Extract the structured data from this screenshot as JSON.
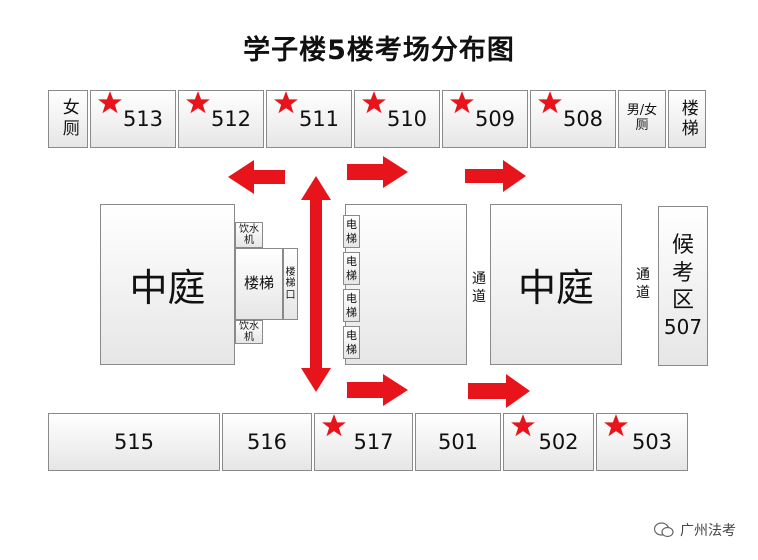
{
  "title": "学子楼5楼考场分布图",
  "top_row": {
    "womens_restroom": "女厕",
    "rooms": [
      {
        "number": "513",
        "starred": true
      },
      {
        "number": "512",
        "starred": true
      },
      {
        "number": "511",
        "starred": true
      },
      {
        "number": "510",
        "starred": true
      },
      {
        "number": "509",
        "starred": true
      },
      {
        "number": "508",
        "starred": true
      }
    ],
    "unisex_restroom_line1": "男/女",
    "unisex_restroom_line2": "厕",
    "stairs": "楼梯"
  },
  "bottom_row": {
    "rooms": [
      {
        "number": "515",
        "starred": false
      },
      {
        "number": "516",
        "starred": false
      },
      {
        "number": "517",
        "starred": true
      },
      {
        "number": "501",
        "starred": false
      },
      {
        "number": "502",
        "starred": true
      },
      {
        "number": "503",
        "starred": true
      }
    ]
  },
  "center": {
    "courtyard_left": "中庭",
    "courtyard_right": "中庭",
    "water_dispenser_top": "饮水机",
    "water_dispenser_bottom": "饮水机",
    "stairs": "楼梯",
    "stairs_entrance": "楼梯口",
    "elevators": [
      "电梯",
      "电梯",
      "电梯",
      "电梯"
    ],
    "passage_left": "通道",
    "passage_right": "通道",
    "waiting_area": "候考区",
    "waiting_area_room": "507"
  },
  "watermark": "广州法考",
  "colors": {
    "arrow": "#e8141b",
    "star": "#e8141b",
    "box_border": "#8a8a8a"
  }
}
